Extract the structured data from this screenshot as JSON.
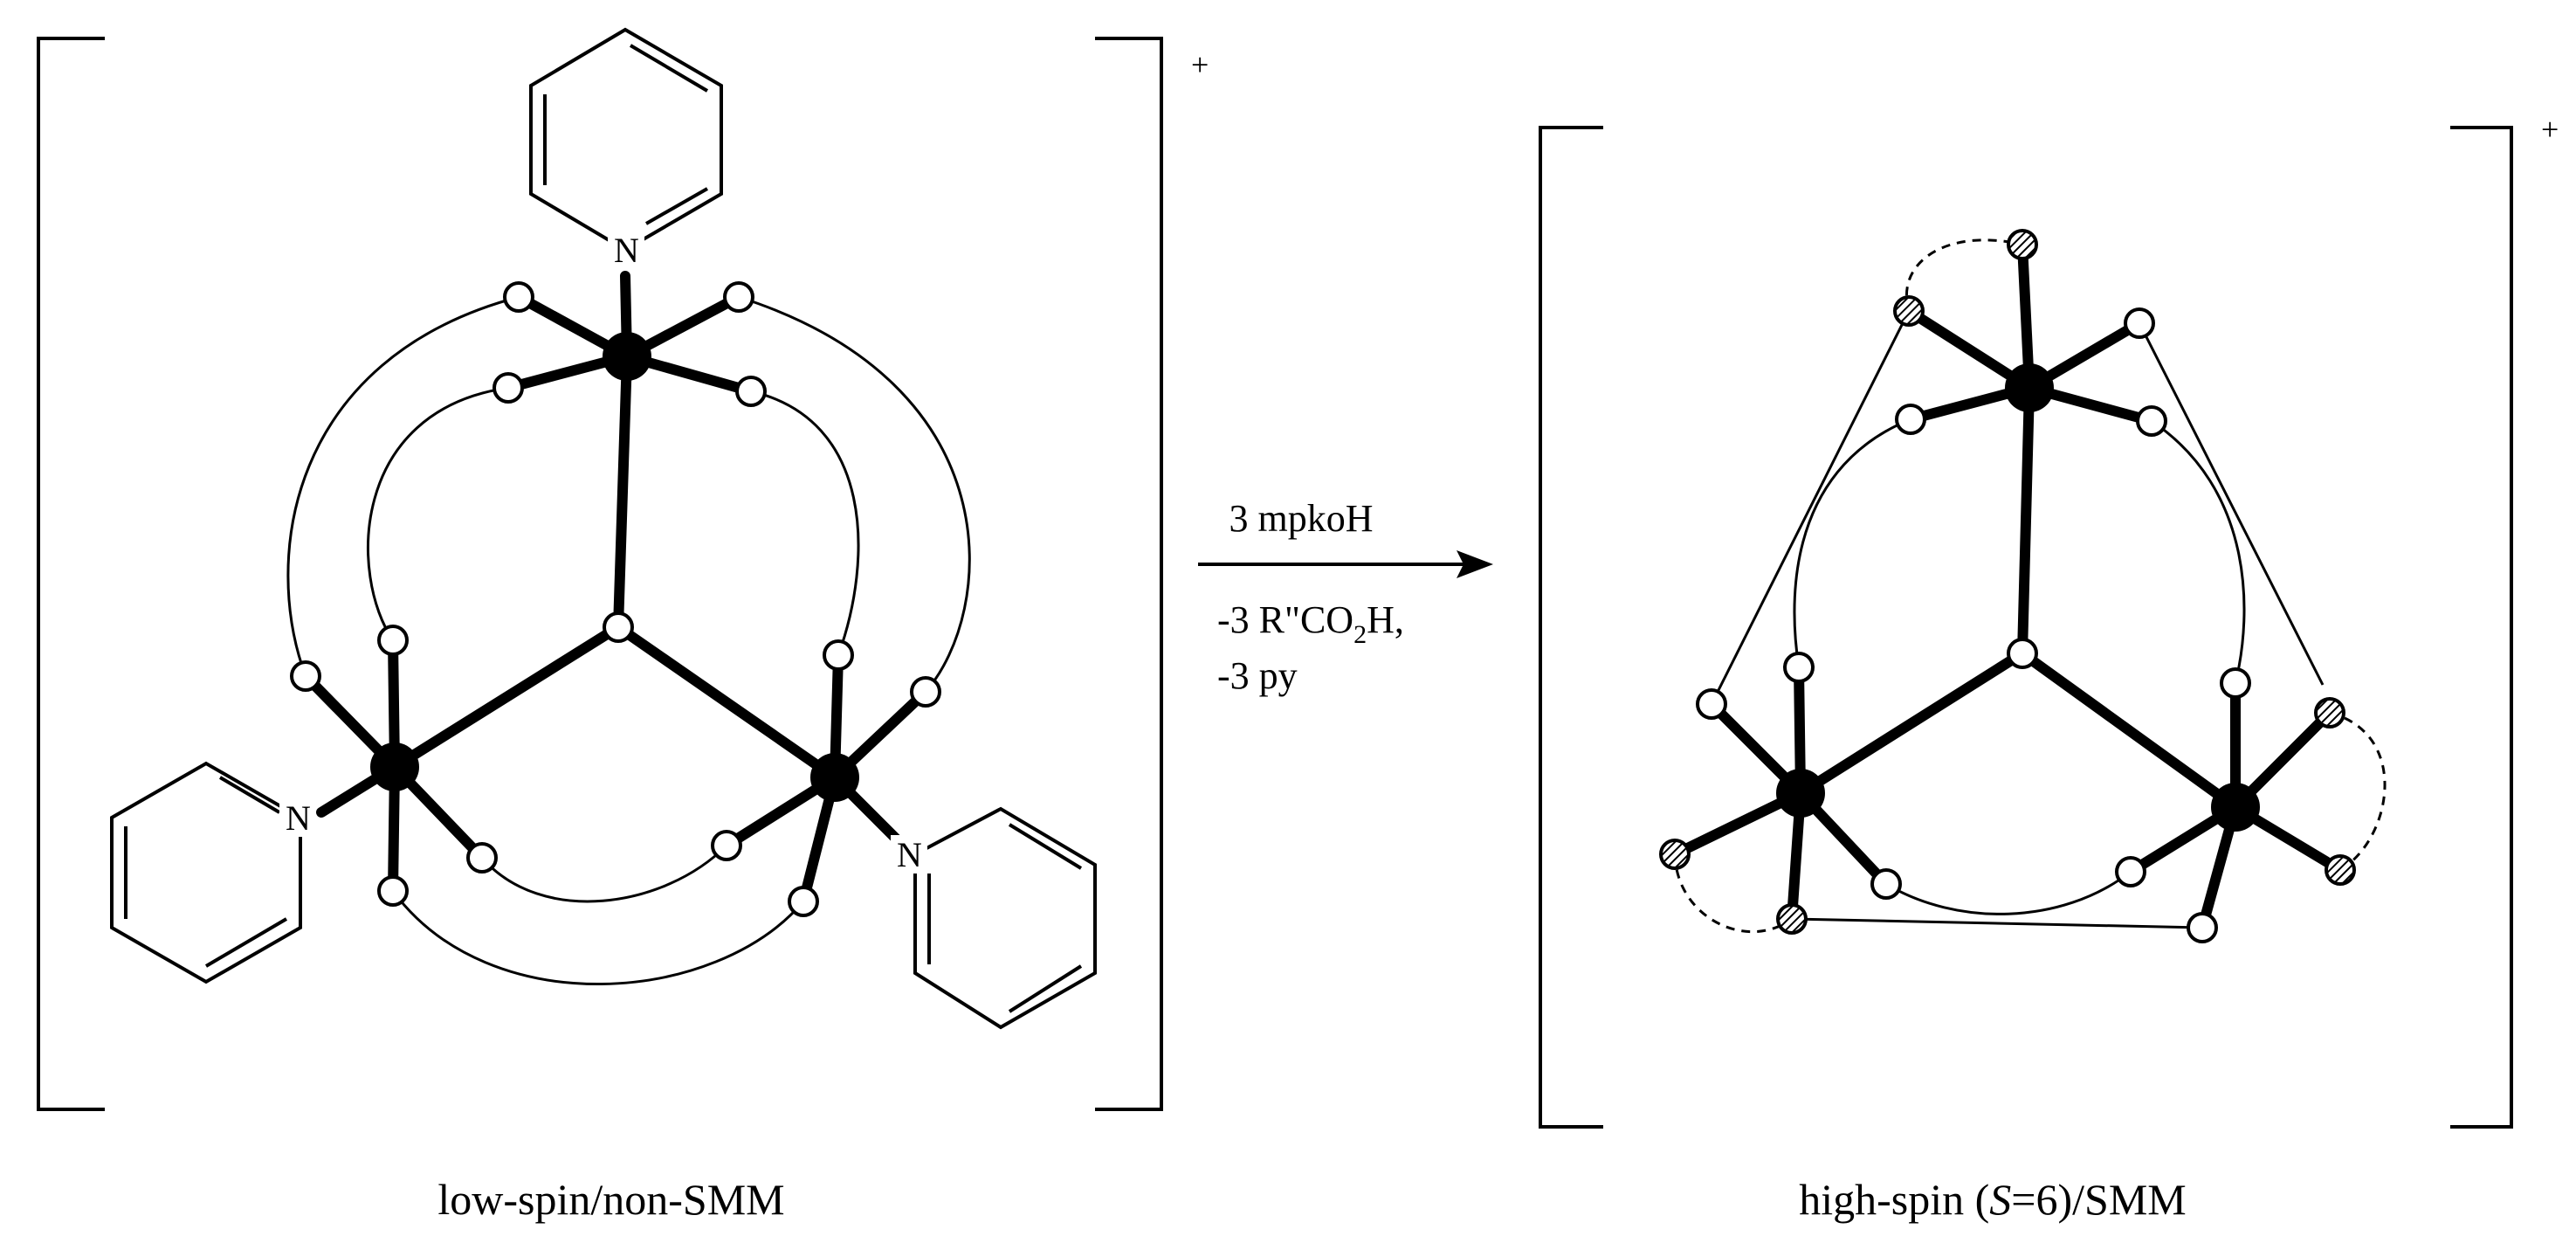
{
  "left_complex": {
    "caption": "low-spin/non-SMM",
    "charge": "+",
    "pyridine_label": "N"
  },
  "right_complex": {
    "caption_prefix": "high-spin (",
    "caption_spin_symbol": "S",
    "caption_spin_value": "=6)/SMM",
    "charge": "+"
  },
  "reaction": {
    "reagent": "3 mpkoH",
    "byproduct_1_prefix": "-3 R\"CO",
    "byproduct_1_subscript": "2",
    "byproduct_1_suffix": "H,",
    "byproduct_2": "-3 py"
  }
}
